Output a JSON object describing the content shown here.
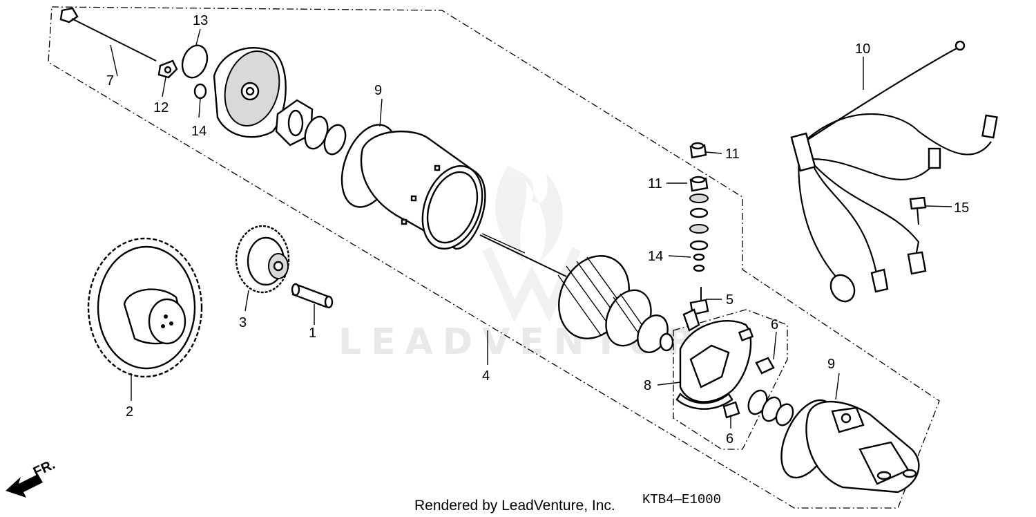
{
  "diagram": {
    "callouts": {
      "c1": "1",
      "c2": "2",
      "c3": "3",
      "c4": "4",
      "c5": "5",
      "c6a": "6",
      "c6b": "6",
      "c7": "7",
      "c8": "8",
      "c9a": "9",
      "c9b": "9",
      "c10": "10",
      "c11a": "11",
      "c11b": "11",
      "c12": "12",
      "c13": "13",
      "c14a": "14",
      "c14b": "14",
      "c15": "15"
    },
    "direction_label": "FR.",
    "watermark": "LEADVENTURE",
    "footer": "Rendered by LeadVenture, Inc.",
    "diagram_code": "KTB4—E1000"
  }
}
